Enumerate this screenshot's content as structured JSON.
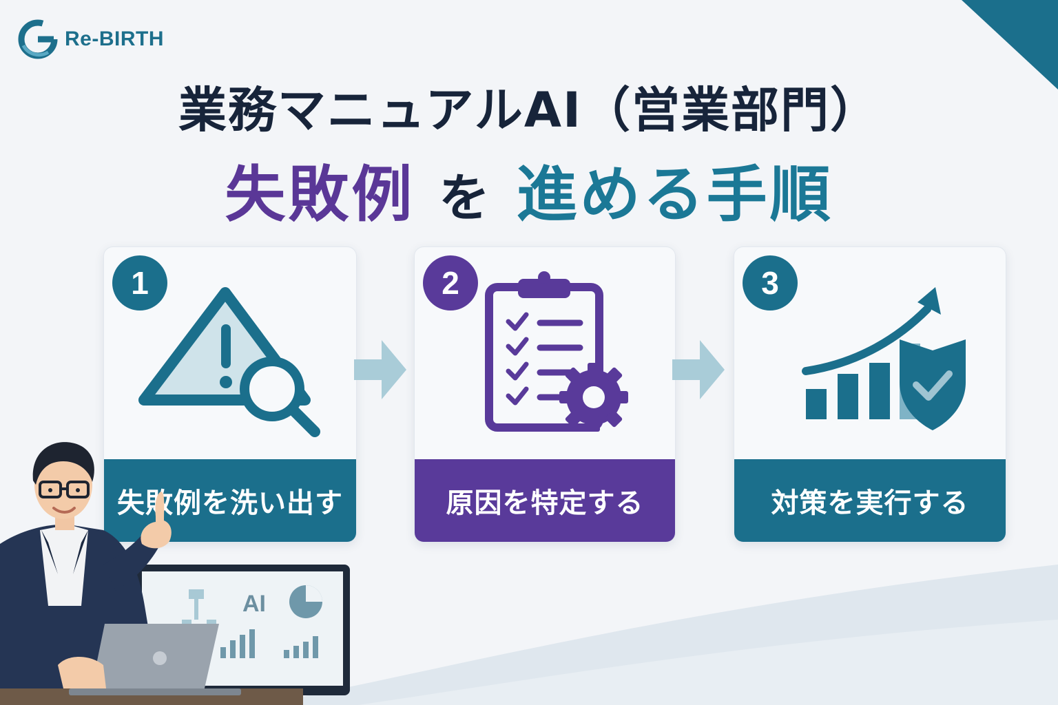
{
  "brand": {
    "name": "Re-BIRTH",
    "primary": "#1b6f8c",
    "accent": "#593a9a"
  },
  "title": {
    "line1": "業務マニュアルAI（営業部門）",
    "line2_part1": "失敗例",
    "line2_part2": "を",
    "line2_part3": "進める手順"
  },
  "steps": [
    {
      "number": "1",
      "label": "失敗例を洗い出す",
      "icon": "warning-magnifier-icon",
      "color": "#1b6f8c"
    },
    {
      "number": "2",
      "label": "原因を特定する",
      "icon": "clipboard-gear-icon",
      "color": "#593a9a"
    },
    {
      "number": "3",
      "label": "対策を実行する",
      "icon": "growth-shield-icon",
      "color": "#1b6f8c"
    }
  ],
  "illustration": {
    "screen_text": "AI"
  }
}
